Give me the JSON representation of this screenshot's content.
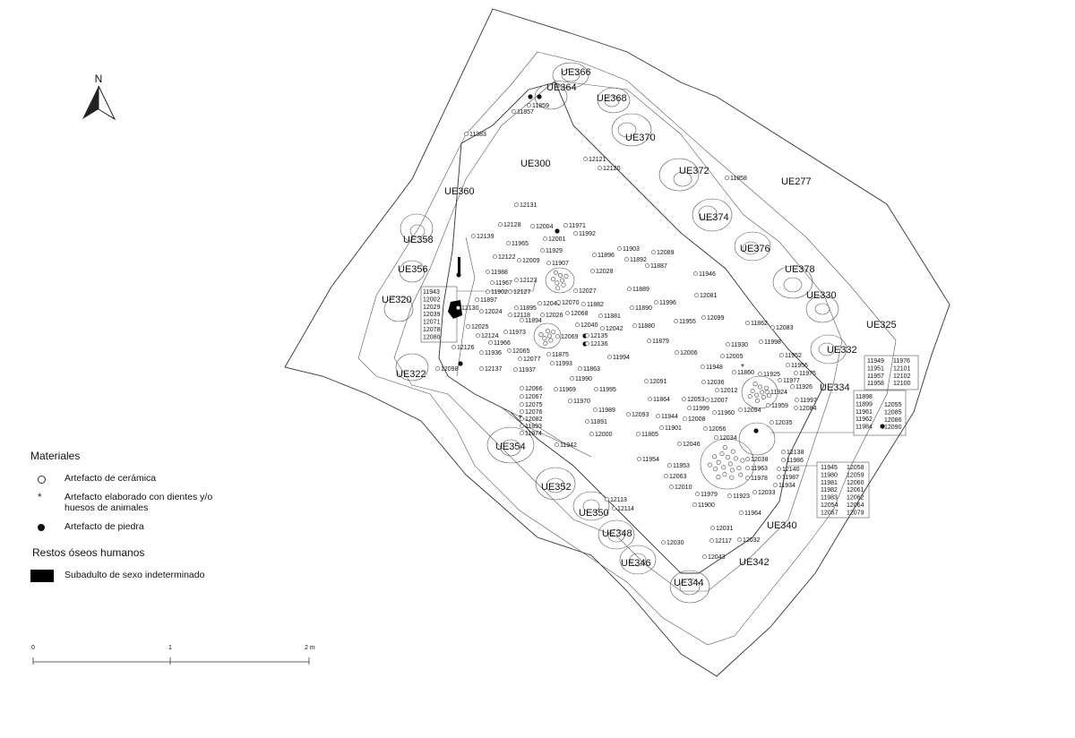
{
  "north_label": "N",
  "legend": {
    "materials_title": "Materiales",
    "ceramic": "Artefacto de cerámica",
    "bone_line1": "Artefacto elaborado con dientes y/o",
    "bone_line2": "huesos de animales",
    "stone": "Artefacto de piedra",
    "human_title": "Restos óseos humanos",
    "subadult": "Subadulto de sexo indeterminado"
  },
  "scale": {
    "tick0": "0",
    "tick1": "1",
    "tick2": "2 m"
  },
  "units": {
    "ue366": "UE366",
    "ue364": "UE364",
    "ue368": "UE368",
    "ue370": "UE370",
    "ue300": "UE300",
    "ue372": "UE372",
    "ue277": "UE277",
    "ue360": "UE360",
    "ue374": "UE374",
    "ue358": "UE358",
    "ue376": "UE376",
    "ue356": "UE356",
    "ue378": "UE378",
    "ue330": "UE330",
    "ue320": "UE320",
    "ue325": "UE325",
    "ue332": "UE332",
    "ue322": "UE322",
    "ue334": "UE334",
    "ue354": "UE354",
    "ue352": "UE352",
    "ue350": "UE350",
    "ue340": "UE340",
    "ue348": "UE348",
    "ue346": "UE346",
    "ue342": "UE342",
    "ue344": "UE344"
  },
  "artifacts": {
    "a11859": "11859",
    "a11857": "11857",
    "a11383": "11383",
    "a12121": "12121",
    "a12120": "12120",
    "a11858": "11858",
    "a12131": "12131",
    "a12128": "12128",
    "a12004": "12004",
    "a11971": "11971",
    "a12139": "12139",
    "a11992": "11992",
    "a12001": "12001",
    "a11965": "11965",
    "a11929": "11929",
    "a11903": "11903",
    "a12089": "12089",
    "a11896": "11896",
    "a11892": "11892",
    "a12122": "12122",
    "a12009": "12009",
    "a11907": "11907",
    "a11887": "11887",
    "a11988": "11988",
    "a12028": "12028",
    "a11946": "11946",
    "a11967": "11967",
    "a12123": "12123",
    "a11889": "11889",
    "a12027": "12027",
    "a12081": "12081",
    "a11902": "11902",
    "a12127": "12127",
    "a11996": "11996",
    "a11897": "11897",
    "a12041": "12041",
    "a12070": "12070",
    "a11882": "11882",
    "a12130": "12130",
    "a12024": "12024",
    "a11895": "11895",
    "a12068": "12068",
    "a11890": "11890",
    "a12118": "12118",
    "a11881": "11881",
    "a12099": "12099",
    "a11894": "11894",
    "a12026": "12026",
    "a11955": "11955",
    "a12025": "12025",
    "a12040": "12040",
    "a11880": "11880",
    "a11862": "11862",
    "a12083": "12083",
    "a12124": "12124",
    "a11973": "11973",
    "a12042": "12042",
    "a12069": "12069",
    "a12135": "12135",
    "a11966": "11966",
    "a12136": "12136",
    "a11879": "11879",
    "a11998": "11998",
    "a12126": "12126",
    "a11930": "11930",
    "a11936": "11936",
    "a12065": "12065",
    "a11875": "11875",
    "a12006": "12006",
    "a12005": "12005",
    "a11952": "11952",
    "a12077": "12077",
    "a11994": "11994",
    "a11956": "11956",
    "a11993": "11993",
    "a12137": "12137",
    "a11937": "11937",
    "a11863": "11863",
    "a11948": "11948",
    "a11860": "11860",
    "a11925": "11925",
    "a11975": "11975",
    "a12098": "12098",
    "a11990": "11990",
    "a12091": "12091",
    "a12036": "12036",
    "a11977": "11977",
    "a11926": "11926",
    "a12066": "12066",
    "a11969": "11969",
    "a11995": "11995",
    "a12012": "12012",
    "a11924": "11924",
    "a12067": "12067",
    "a11864": "11864",
    "a12053": "12053",
    "a12007": "12007",
    "a11997": "11997",
    "a12075": "12075",
    "a11970": "11970",
    "a11999": "11999",
    "a11959": "11959",
    "a12084": "12084",
    "a12076": "12076",
    "a11989": "11989",
    "a12093": "12093",
    "a11944": "11944",
    "a11960": "11960",
    "a12094": "12094",
    "a12082": "12082",
    "a11891": "11891",
    "a12008": "12008",
    "a12035": "12035",
    "a11893": "11893",
    "a11901": "11901",
    "a11974": "11974",
    "a12000": "12000",
    "a11865": "11865",
    "a12056": "12056",
    "a12034": "12034",
    "a12046": "12046",
    "a11942": "11942",
    "a12138": "12138",
    "a11986": "11986",
    "a11954": "11954",
    "a12038": "12038",
    "a11953": "11953",
    "a11963": "11963",
    "a12140": "12140",
    "a12063": "12063",
    "a11978": "11978",
    "a11987": "11987",
    "a12010": "12010",
    "a11934": "11934",
    "a11979": "11979",
    "a11923": "11923",
    "a12033": "12033",
    "a12113": "12113",
    "a12114": "12114",
    "a11900": "11900",
    "a11964": "11964",
    "a12031": "12031",
    "a12030": "12030",
    "a12117": "12117",
    "a12032": "12032",
    "a12043": "12043"
  },
  "lists": {
    "left_col": [
      "11943",
      "12002",
      "12029",
      "12039",
      "12071",
      "12078",
      "12080"
    ],
    "right_top_col1": [
      "11949",
      "11951",
      "11957",
      "11958"
    ],
    "right_top_col2": [
      "11976",
      "12101",
      "12102",
      "12100"
    ],
    "right_mid_col1": [
      "11898",
      "11899",
      "11961",
      "11962",
      "11984"
    ],
    "right_mid_col2": [
      "12055",
      "12085",
      "12086",
      "12090"
    ],
    "right_bot_col1": [
      "11945",
      "11980",
      "11981",
      "11982",
      "11983",
      "12054",
      "12057"
    ],
    "right_bot_col2": [
      "12058",
      "12059",
      "12060",
      "12061",
      "12062",
      "12064",
      "12079"
    ]
  }
}
